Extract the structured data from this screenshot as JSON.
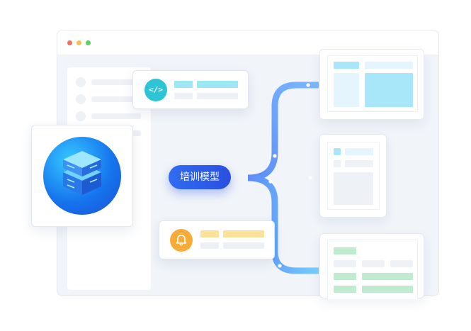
{
  "center_node": {
    "label": "培训模型"
  },
  "icons": {
    "code": "code-icon",
    "bell": "bell-icon",
    "server": "server-stack-icon",
    "window_close": "window-close-dot",
    "window_minimize": "window-minimize-dot",
    "window_maximize": "window-maximize-dot"
  },
  "colors": {
    "window_close": "#f76d5e",
    "window_minimize": "#f8c04a",
    "window_maximize": "#5bd066",
    "accent_blue": "#2f6df2",
    "code_teal": "#2cc5d8",
    "bell_orange": "#f6ac36",
    "wire_light": "#73d0ff",
    "wire_dark": "#5c8cf8"
  }
}
